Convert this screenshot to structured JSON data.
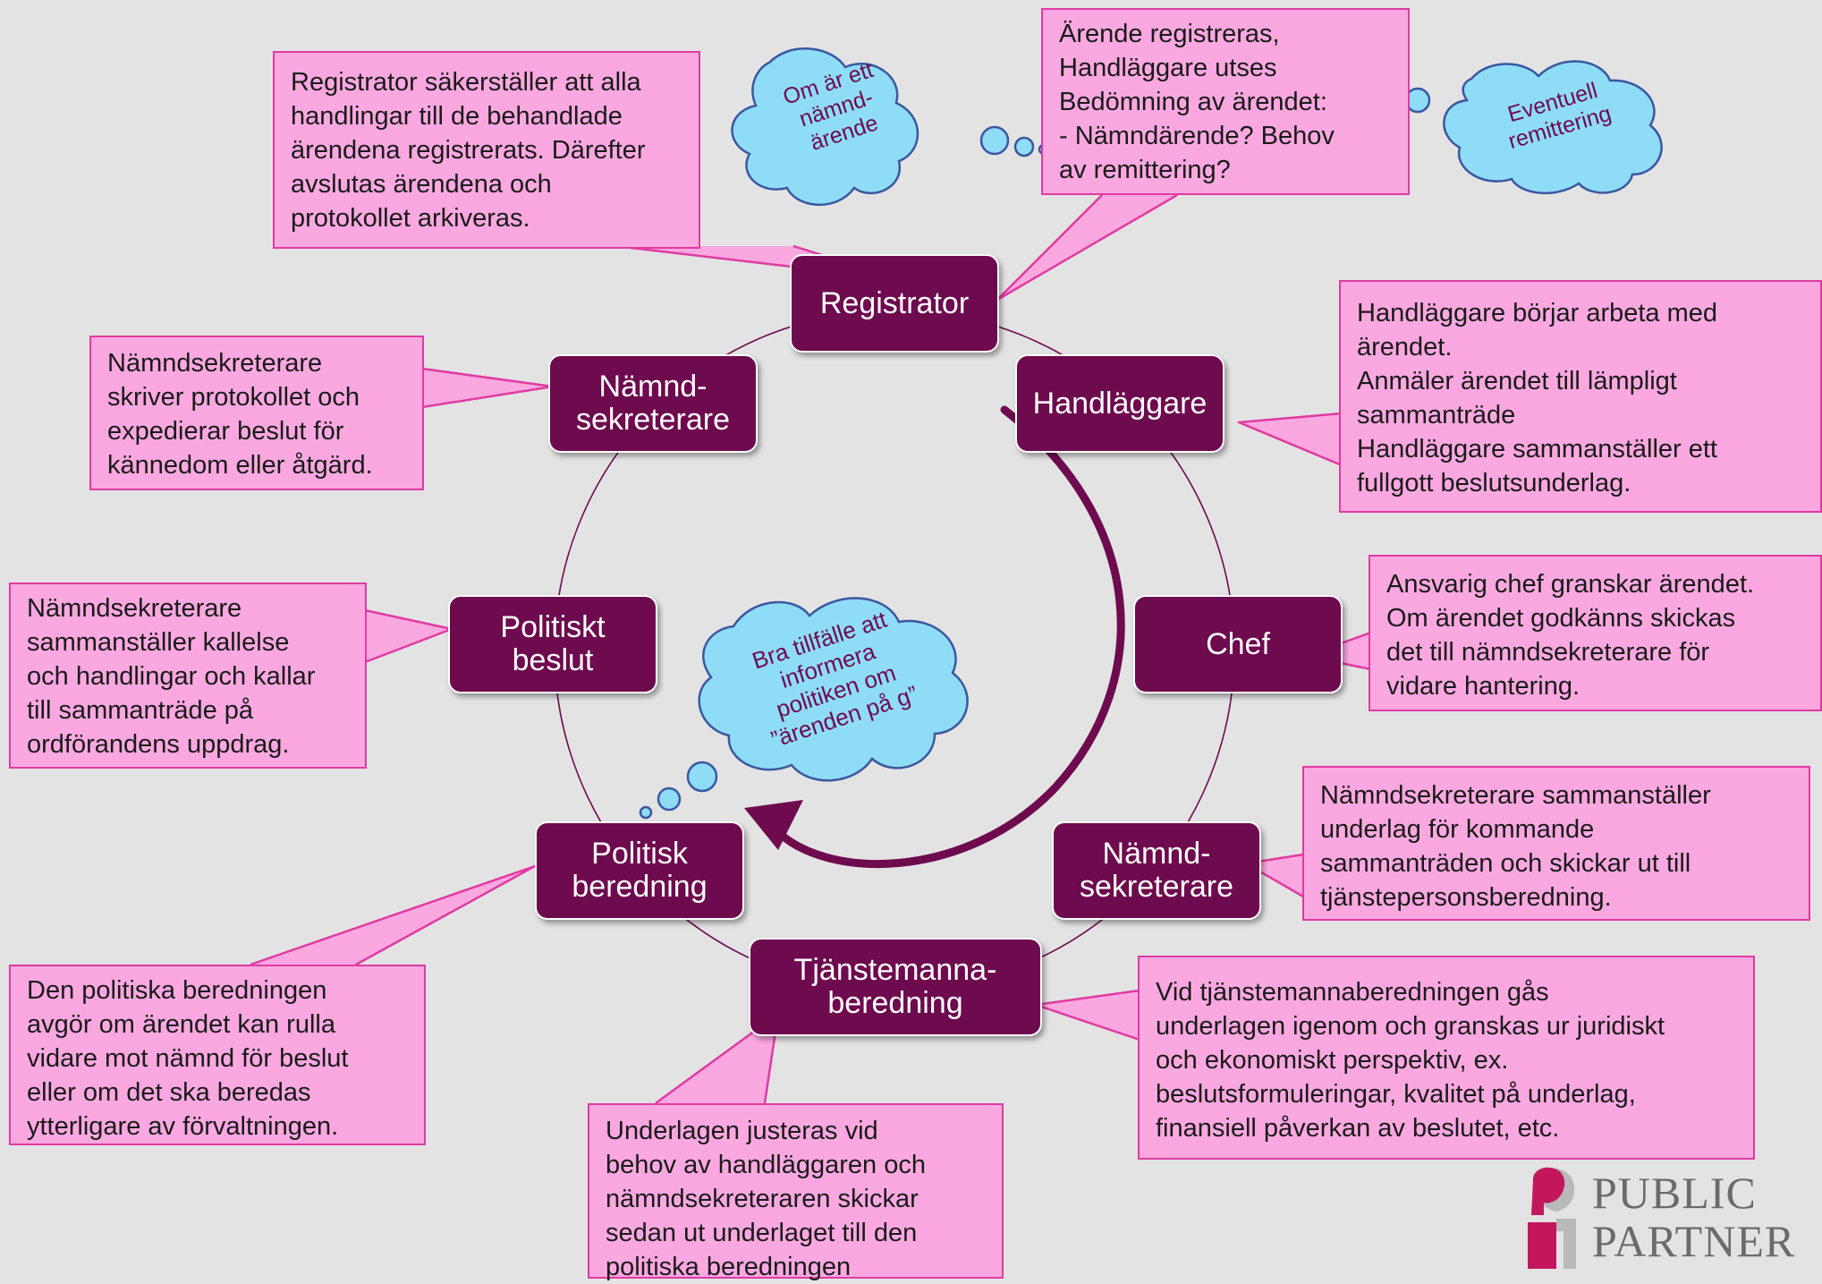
{
  "nodes": {
    "registrator": "Registrator",
    "handlaggare": "Handläggare",
    "chef": "Chef",
    "namndsekreterare_right": "Nämnd-\nsekreterare",
    "tjanstemannaberedning": "Tjänstemanna-\nberedning",
    "politisk_beredning": "Politisk\nberedning",
    "politiskt_beslut": "Politiskt\nbeslut",
    "namndsekreterare_left": "Nämnd-\nsekreterare"
  },
  "notes": {
    "registrator_archive": "Registrator säkerställer att alla\nhandlingar till de behandlade\närendena registrerats. Därefter\navslutas ärendena och\nprotokollet arkiveras.",
    "registration": "Ärende registreras,\nHandläggare utses\nBedömning av ärendet:\n- Nämndärende? Behov\nav remittering?",
    "handlaggare": "Handläggare börjar arbeta med\närendet.\nAnmäler ärendet till lämpligt\nsammanträde\nHandläggare sammanställer ett\nfullgott beslutsunderlag.",
    "chef": "Ansvarig chef granskar ärendet.\nOm ärendet godkänns skickas\ndet till nämndsekreterare för\nvidare hantering.",
    "namndsekreterare_right": "Nämndsekreterare sammanställer\nunderlag för kommande\nsammanträden och skickar ut till\ntjänstepersonsberedning.",
    "tjanstemannaberedning": "Vid tjänstemannaberedningen gås\nunderlagen igenom och granskas ur juridiskt\noch ekonomiskt perspektiv, ex.\nbeslutsformuleringar, kvalitet på underlag,\nfinansiell påverkan av beslutet, etc.",
    "underlagen": "Underlagen justeras vid\nbehov av handläggaren och\nnämndsekreteraren skickar\nsedan ut underlaget till den\npolitiska beredningen",
    "politisk_beredning": "Den politiska beredningen\navgör om ärendet kan rulla\nvidare mot nämnd för beslut\neller om det ska beredas\nytterligare av förvaltningen.",
    "politiskt_beslut": "Nämndsekreterare\nsammanställer kallelse\noch handlingar och kallar\ntill sammanträde på\nordförandens uppdrag.",
    "namndsekreterare_left": "Nämndsekreterare\nskriver protokollet och\nexpedierar beslut för\nkännedom eller åtgärd."
  },
  "clouds": {
    "namndarende": "Om är ett\nnämnd-\närende",
    "remittering": "Eventuell\nremittering",
    "informera": "Bra tillfälle att\ninformera\npolitiken om\n”ärenden på g”"
  },
  "logo": {
    "line1": "PUBLIC",
    "line2": "PARTNER"
  },
  "colors": {
    "background": "#e3e3e3",
    "node_fill": "#6e0a4e",
    "note_fill": "#fba8e0",
    "note_border": "#e03aa2",
    "cloud_fill": "#8fdcf7",
    "cloud_border": "#3a57a0",
    "arrow": "#6e0a4e"
  }
}
